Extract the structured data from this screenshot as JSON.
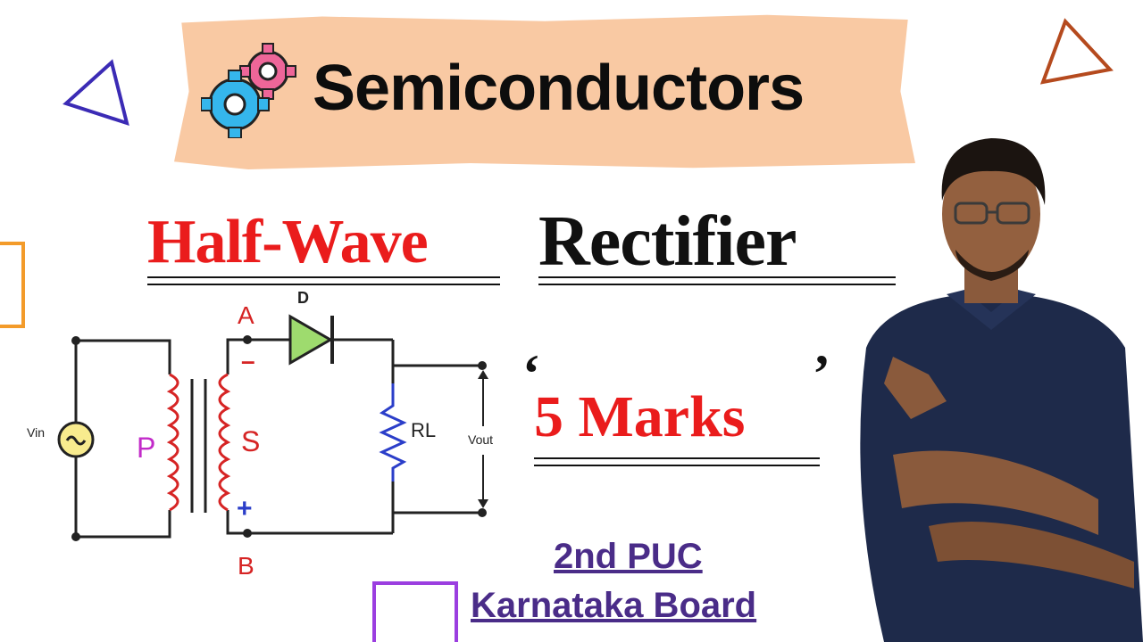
{
  "banner": {
    "title": "Semiconductors"
  },
  "heading": {
    "part1": "Half-Wave",
    "part2": "Rectifier"
  },
  "marks": {
    "open_quote": "‘",
    "text": "5 Marks",
    "close_quote": "’"
  },
  "footer": {
    "line1": "2nd PUC",
    "line2": "Karnataka Board"
  },
  "circuit": {
    "label_a": "A",
    "label_d": "D",
    "label_minus": "–",
    "label_s": "S",
    "label_p": "P",
    "label_plus": "+",
    "label_b": "B",
    "label_vin": "Vin",
    "label_rl": "RL",
    "label_vout": "Vout"
  },
  "colors": {
    "banner": "#f9c9a3",
    "red_text": "#ea1c1c",
    "purple_text": "#4a2c88",
    "coil": "#d62424"
  }
}
